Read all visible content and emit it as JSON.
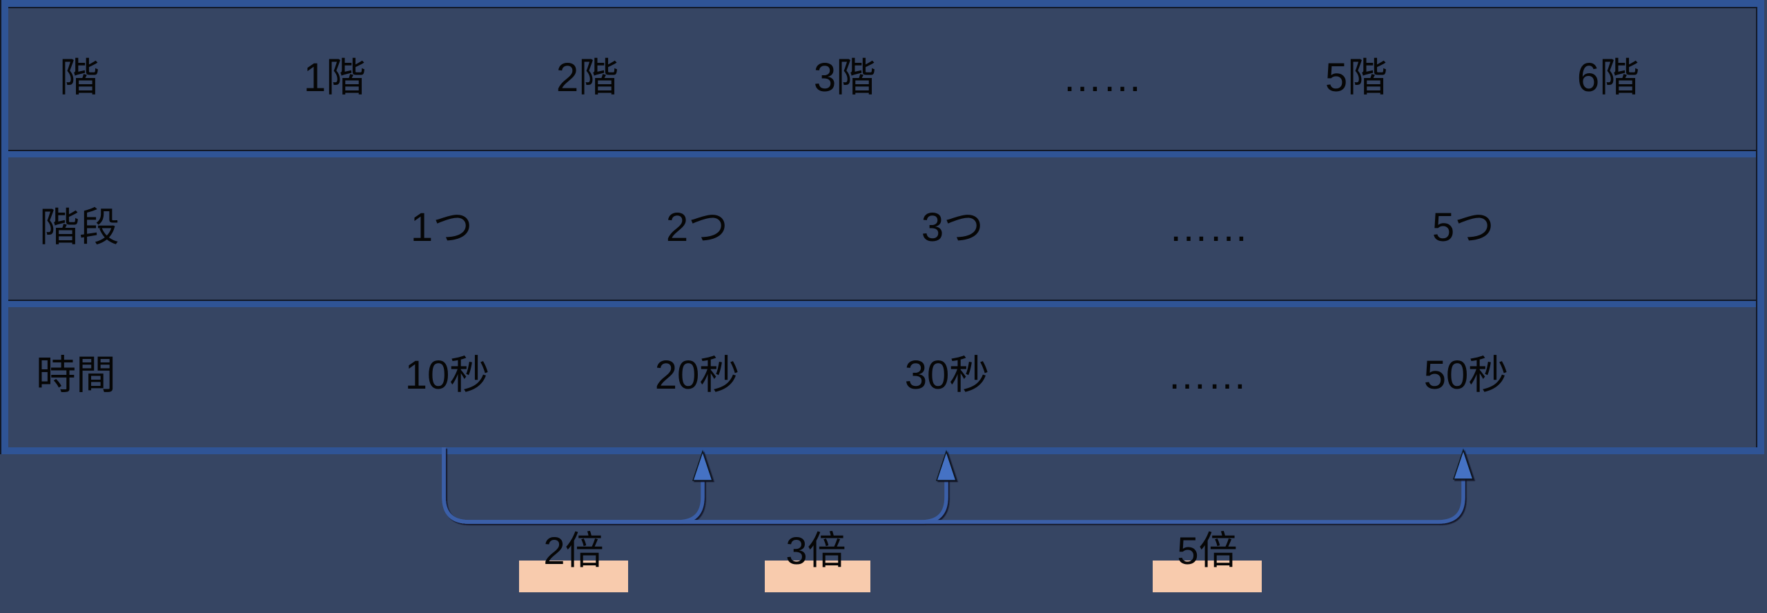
{
  "slide": {
    "background_color": "#364563",
    "table": {
      "border_color": "#2F5496",
      "text_color": "#000000",
      "rows": [
        {
          "name": "floor",
          "cells": [
            "階",
            "1階",
            "2階",
            "3階",
            "……",
            "5階",
            "6階"
          ]
        },
        {
          "name": "stairs",
          "cells": [
            "階段",
            "1つ",
            "2つ",
            "3つ",
            "……",
            "5つ"
          ]
        },
        {
          "name": "time",
          "cells": [
            "時間",
            "10秒",
            "20秒",
            "30秒",
            "……",
            "50秒"
          ]
        }
      ]
    },
    "annotations": {
      "arrow_color": "#3A5FA8",
      "arrowhead_color": "#4472C4",
      "highlight_color": "#F8CBAD",
      "multipliers": [
        {
          "label": "2倍",
          "from": "10秒",
          "to": "20秒"
        },
        {
          "label": "3倍",
          "from": "10秒",
          "to": "30秒"
        },
        {
          "label": "5倍",
          "from": "10秒",
          "to": "50秒"
        }
      ]
    }
  }
}
